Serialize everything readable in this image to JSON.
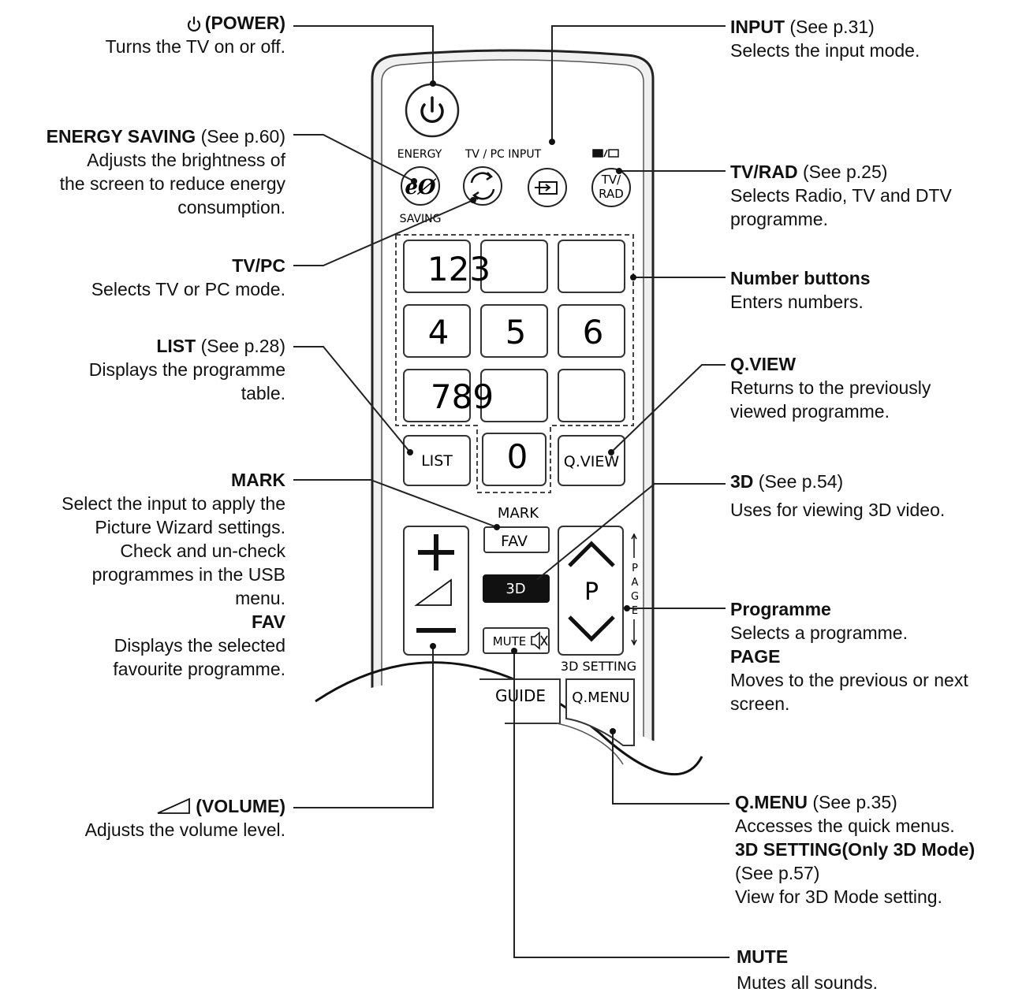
{
  "callouts": {
    "power": {
      "title": "(POWER)",
      "desc": "Turns the TV on or off."
    },
    "energy": {
      "title": "ENERGY SAVING",
      "ref": "(See p.60)",
      "desc": [
        "Adjusts the brightness of",
        "the screen to reduce energy",
        "consumption."
      ]
    },
    "tvpc": {
      "title": "TV/PC",
      "desc": "Selects TV or PC mode."
    },
    "list": {
      "title": "LIST",
      "ref": "(See p.28)",
      "desc": [
        "Displays the programme",
        "table."
      ]
    },
    "mark": {
      "title": "MARK",
      "desc": [
        "Select the input to apply the",
        "Picture Wizard settings.",
        "Check and un-check",
        "programmes in the USB",
        "menu."
      ],
      "title2": "FAV",
      "desc2": [
        "Displays the selected",
        "favourite programme."
      ]
    },
    "volume": {
      "title": "(VOLUME)",
      "desc": "Adjusts the volume level."
    },
    "input": {
      "title": "INPUT",
      "ref": "(See p.31)",
      "desc": "Selects the input mode."
    },
    "tvrad": {
      "title": "TV/RAD",
      "ref": "(See p.25)",
      "desc": [
        "Selects Radio, TV and DTV",
        "programme."
      ]
    },
    "number": {
      "title": "Number buttons",
      "desc": "Enters numbers."
    },
    "qview": {
      "title": "Q.VIEW",
      "desc": [
        "Returns to the previously",
        "viewed programme."
      ]
    },
    "threed": {
      "title": "3D",
      "ref": "(See p.54)",
      "desc": "Uses for viewing 3D video."
    },
    "programme": {
      "title": "Programme",
      "desc": "Selects a programme.",
      "title2": "PAGE",
      "desc2": [
        "Moves to the previous or next",
        "screen."
      ]
    },
    "qmenu": {
      "title": "Q.MENU",
      "ref": "(See p.35)",
      "desc": "Accesses the quick menus.",
      "title2": "3D SETTING(Only 3D Mode)",
      "desc2": [
        "(See p.57)",
        "View for 3D Mode setting."
      ]
    },
    "mute": {
      "title": "MUTE",
      "desc": "Mutes all sounds."
    }
  },
  "remote": {
    "energy_label": "ENERGY",
    "saving_label": "SAVING",
    "tvpc_input_label": "TV / PC INPUT",
    "tvrad_btn": [
      "TV/",
      "RAD"
    ],
    "keys": [
      "123",
      "4",
      "5",
      "6",
      "789",
      "0"
    ],
    "list_btn": "LIST",
    "qview_btn": "Q.VIEW",
    "mark_label": "MARK",
    "fav_btn": "FAV",
    "threed_btn": "3D",
    "p_label": "P",
    "page_label": [
      "P",
      "A",
      "G",
      "E"
    ],
    "mute_btn": "MUTE",
    "threed_setting_label": "3D SETTING",
    "guide_btn": "GUIDE",
    "qmenu_btn": "Q.MENU"
  },
  "icons": [
    "power-icon",
    "energy-saving-icon",
    "tvpc-cycle-icon",
    "input-icon",
    "tv-radio-icon",
    "volume-icon",
    "mute-speaker-icon",
    "chevron-up-icon",
    "chevron-down-icon"
  ]
}
